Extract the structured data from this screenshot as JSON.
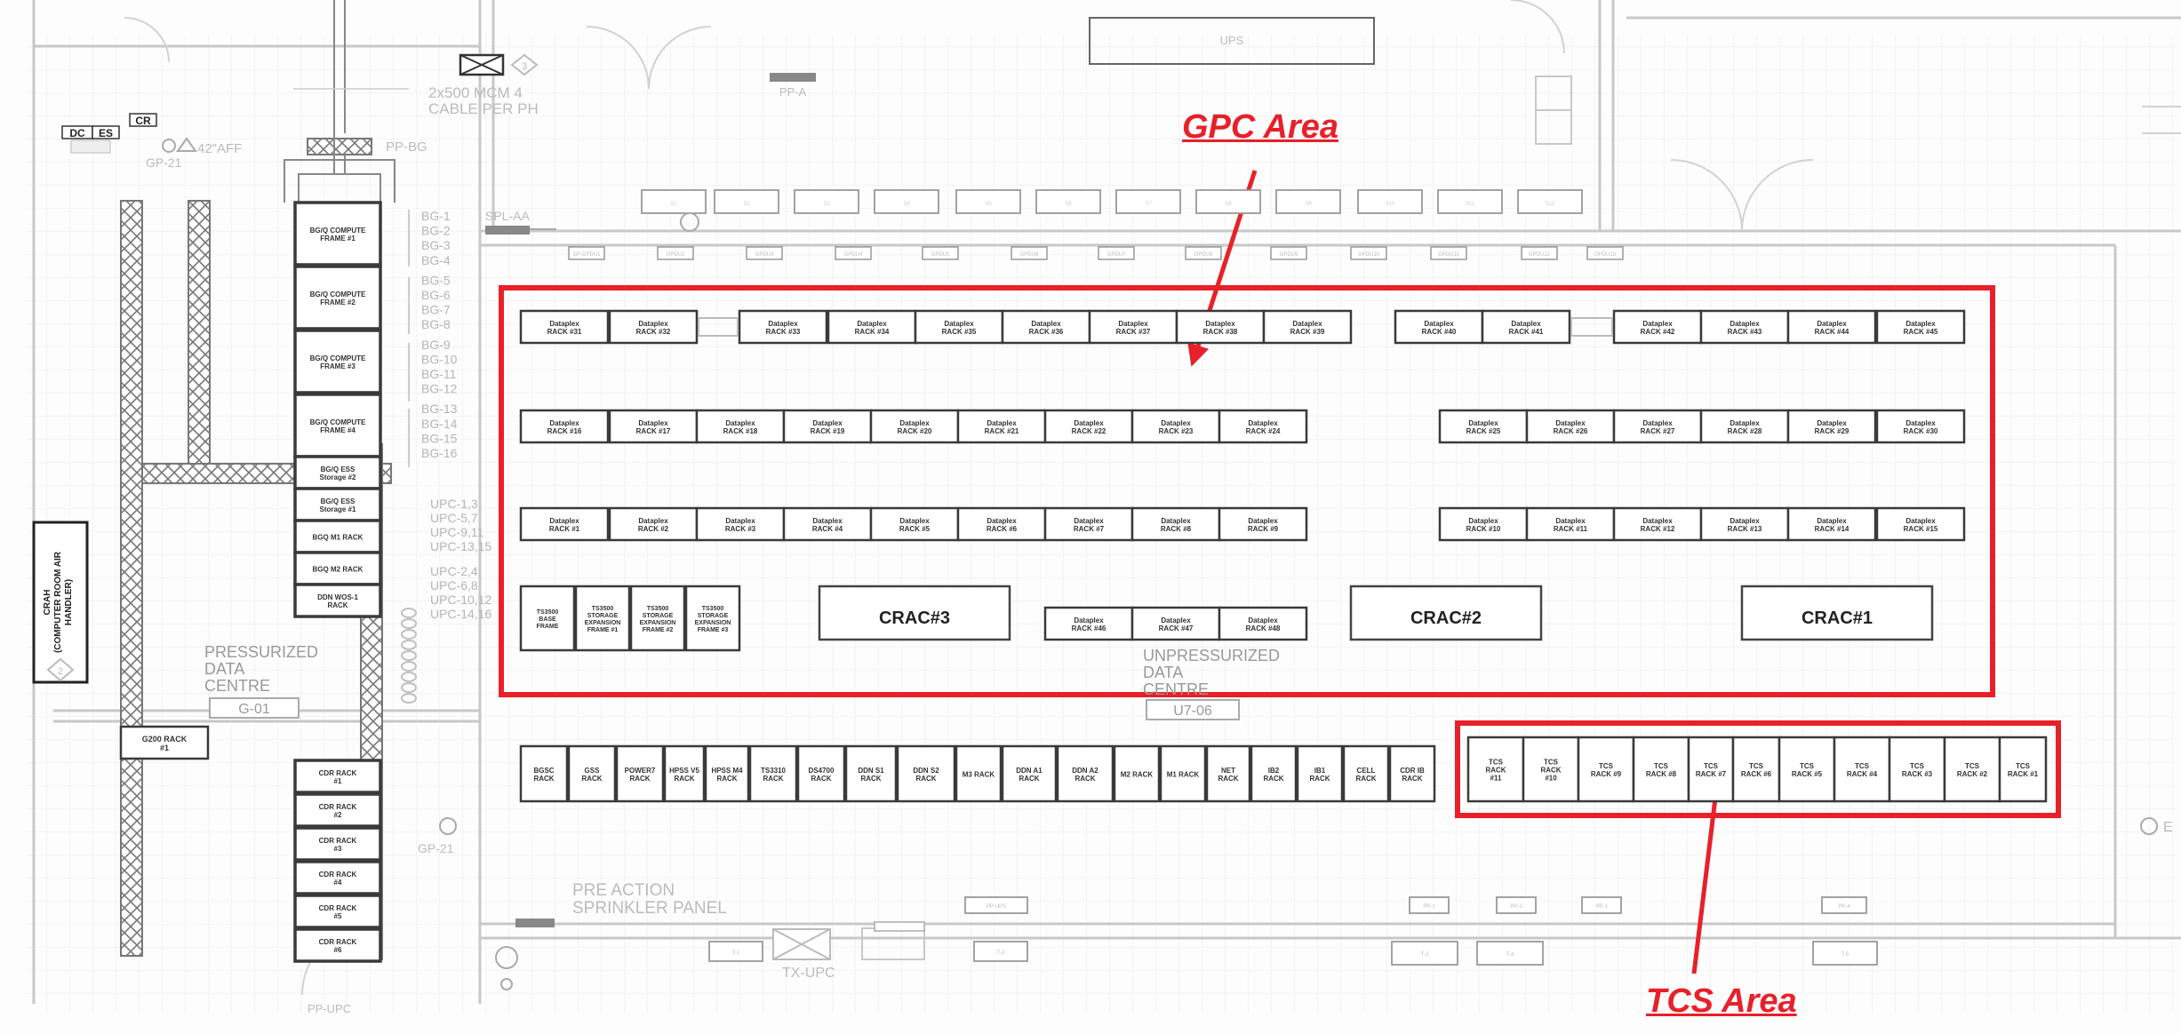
{
  "annotations": {
    "gpc_area": "GPC Area",
    "tcs_area": "TCS Area"
  },
  "colors": {
    "highlight": "#e8202a",
    "ink": "#2a2a2a",
    "faint": "#bdbdbd",
    "grid": "#ececec"
  },
  "rooms": {
    "pressurized": [
      "PRESSURIZED",
      "DATA",
      "CENTRE"
    ],
    "pressurized_code": "G-01",
    "unpressurized": [
      "UNPRESSURIZED",
      "DATA",
      "CENTRE"
    ],
    "unpressurized_code": "U7-06"
  },
  "top": {
    "ups": "UPS",
    "pp_a": "PP-A",
    "pp_bg": "PP-BG",
    "spl_aa": "SPL-AA",
    "cable": [
      "2x500 MCM 4",
      "CABLE PER PH"
    ],
    "aff": "42\"AFF",
    "gp21": "GP-21",
    "dc": "DC",
    "es": "ES",
    "cr": "CR",
    "tag3": "3",
    "small_boxes": [
      "S1",
      "S2",
      "S3",
      "S4",
      "S5",
      "S6",
      "S7",
      "S8",
      "S9",
      "S10",
      "S11",
      "S12"
    ],
    "pdus": [
      "GP-DPDU1",
      "GPDU2",
      "GPDU3",
      "GPDU4",
      "GPDU5",
      "GPDU6",
      "GPDU7",
      "GPDU8",
      "GPDU9",
      "GPDU10",
      "GPDU11",
      "GPDU12",
      "GPDU13"
    ]
  },
  "left": {
    "crah": [
      "CRAH",
      "(COMPUTER ROOM AIR",
      "HANDLER)"
    ],
    "crah_tag": "2",
    "g200": "G200 RACK #1",
    "bgq_racks": [
      "BG/Q COMPUTE FRAME #1",
      "BG/Q COMPUTE FRAME #2",
      "BG/Q COMPUTE FRAME #3",
      "BG/Q COMPUTE FRAME #4",
      "BG/Q ESS Storage #2",
      "BG/Q ESS Storage #1",
      "BGQ M1 RACK",
      "BGQ M2 RACK",
      "DDN WOS-1 RACK"
    ],
    "bg_labels": [
      "BG-1",
      "BG-2",
      "BG-3",
      "BG-4",
      "BG-5",
      "BG-6",
      "BG-7",
      "BG-8",
      "BG-9",
      "BG-10",
      "BG-11",
      "BG-12",
      "BG-13",
      "BG-14",
      "BG-15",
      "BG-16"
    ],
    "upc_labels": [
      "UPC-1,3",
      "UPC-5,7",
      "UPC-9,11",
      "UPC-13,15",
      "UPC-2,4",
      "UPC-6,8",
      "UPC-10,12",
      "UPC-14,16"
    ],
    "cdr_racks": [
      "CDR RACK #1",
      "CDR RACK #2",
      "CDR RACK #3",
      "CDR RACK #4",
      "CDR RACK #5",
      "CDR RACK #6"
    ]
  },
  "gpc": {
    "row1": [
      "Dataplex RACK #31",
      "Dataplex RACK #32",
      "Dataplex RACK #33",
      "Dataplex RACK #34",
      "Dataplex RACK #35",
      "Dataplex RACK #36",
      "Dataplex RACK #37",
      "Dataplex RACK #38",
      "Dataplex RACK #39",
      "Dataplex RACK #40",
      "Dataplex RACK #41",
      "Dataplex RACK #42",
      "Dataplex RACK #43",
      "Dataplex RACK #44",
      "Dataplex RACK #45"
    ],
    "row2": [
      "Dataplex RACK #16",
      "Dataplex RACK #17",
      "Dataplex RACK #18",
      "Dataplex RACK #19",
      "Dataplex RACK #20",
      "Dataplex RACK #21",
      "Dataplex RACK #22",
      "Dataplex RACK #23",
      "Dataplex RACK #24",
      "Dataplex RACK #25",
      "Dataplex RACK #26",
      "Dataplex RACK #27",
      "Dataplex RACK #28",
      "Dataplex RACK #29",
      "Dataplex RACK #30"
    ],
    "row3": [
      "Dataplex RACK #1",
      "Dataplex RACK #2",
      "Dataplex RACK #3",
      "Dataplex RACK #4",
      "Dataplex RACK #5",
      "Dataplex RACK #6",
      "Dataplex RACK #7",
      "Dataplex RACK #8",
      "Dataplex RACK #9",
      "Dataplex RACK #10",
      "Dataplex RACK #11",
      "Dataplex RACK #12",
      "Dataplex RACK #13",
      "Dataplex RACK #14",
      "Dataplex RACK #15"
    ],
    "ts_frames": [
      "TS3500 BASE FRAME",
      "TS3500 STORAGE EXPANSION FRAME #1",
      "TS3500 STORAGE EXPANSION FRAME #2",
      "TS3500 STORAGE EXPANSION FRAME #3"
    ],
    "row4": [
      "Dataplex RACK #46",
      "Dataplex RACK #47",
      "Dataplex RACK #48"
    ],
    "crac3": "CRAC#3",
    "crac2": "CRAC#2",
    "crac1": "CRAC#1"
  },
  "bottom_row": [
    "BGSC RACK",
    "GSS RACK",
    "POWER7 RACK",
    "HPSS V5 RACK",
    "HPSS M4 RACK",
    "TS3310 RACK",
    "DS4700 RACK",
    "DDN S1 RACK",
    "DDN S2 RACK",
    "M3 RACK",
    "DDN A1 RACK",
    "DDN A2 RACK",
    "M2 RACK",
    "M1 RACK",
    "NET RACK",
    "IB2 RACK",
    "IB1 RACK",
    "CELL RACK",
    "CDR IB RACK"
  ],
  "tcs": [
    "TCS RACK #11",
    "TCS RACK #10",
    "TCS RACK #9",
    "TCS RACK #8",
    "TCS RACK #7",
    "TCS RACK #6",
    "TCS RACK #5",
    "TCS RACK #4",
    "TCS RACK #3",
    "TCS RACK #2",
    "TCS RACK #1"
  ],
  "misc": {
    "pre_action": [
      "PRE ACTION",
      "SPRINKLER PANEL"
    ],
    "tx_upc": "TX-UPC",
    "gp21b": "GP-21",
    "e": "E",
    "pp_upc": "PP-UPC",
    "bottom_small": [
      "PP-UPS",
      "PP-1",
      "PP-2",
      "PP-3",
      "PP-4",
      "T-1",
      "T-2",
      "T-3",
      "T-4",
      "T-5"
    ]
  }
}
